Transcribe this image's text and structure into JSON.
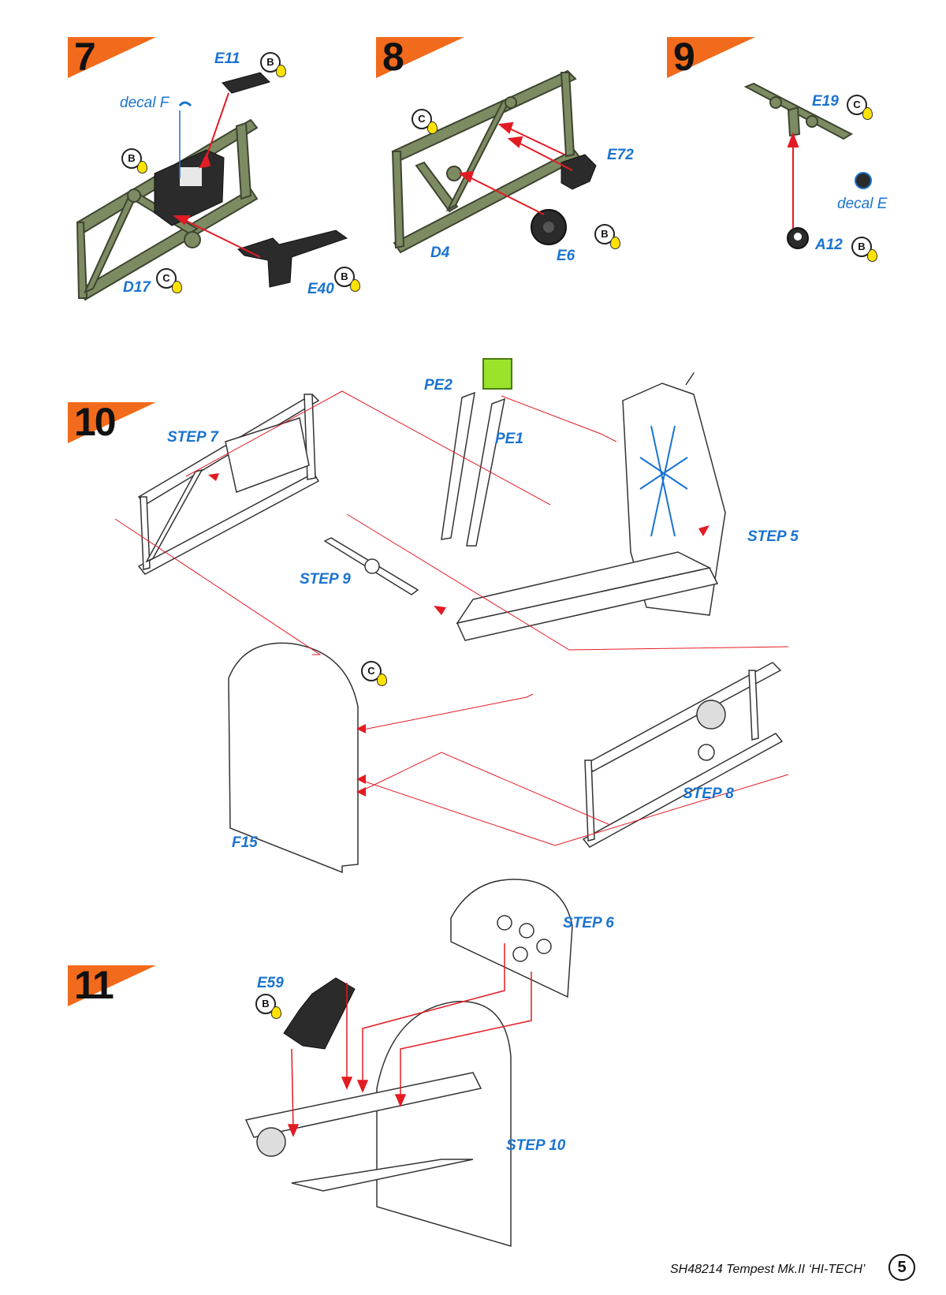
{
  "steps": {
    "s7": "7",
    "s8": "8",
    "s9": "9",
    "s10": "10",
    "s11": "11"
  },
  "labels": {
    "e11": "E11",
    "decal_f": "decal F",
    "d17": "D17",
    "e40": "E40",
    "e72": "E72",
    "d4": "D4",
    "e6": "E6",
    "e19": "E19",
    "decal_e": "decal E",
    "a12": "A12",
    "pe2": "PE2",
    "pe1": "PE1",
    "step7": "STEP 7",
    "step5": "STEP 5",
    "step9": "STEP 9",
    "step8": "STEP 8",
    "f15": "F15",
    "step6": "STEP 6",
    "e59": "E59",
    "step10": "STEP 10"
  },
  "paint": {
    "b": "B",
    "c": "C"
  },
  "footer": {
    "text": "SH48214  Tempest Mk.II ‘HI-TECH’",
    "page": "5"
  },
  "colors": {
    "badge": "#f26a1b",
    "label": "#1a73d0",
    "frame_green": "#7d8b63",
    "arrow": "#e31b23",
    "part_dark": "#2b2b2b"
  }
}
